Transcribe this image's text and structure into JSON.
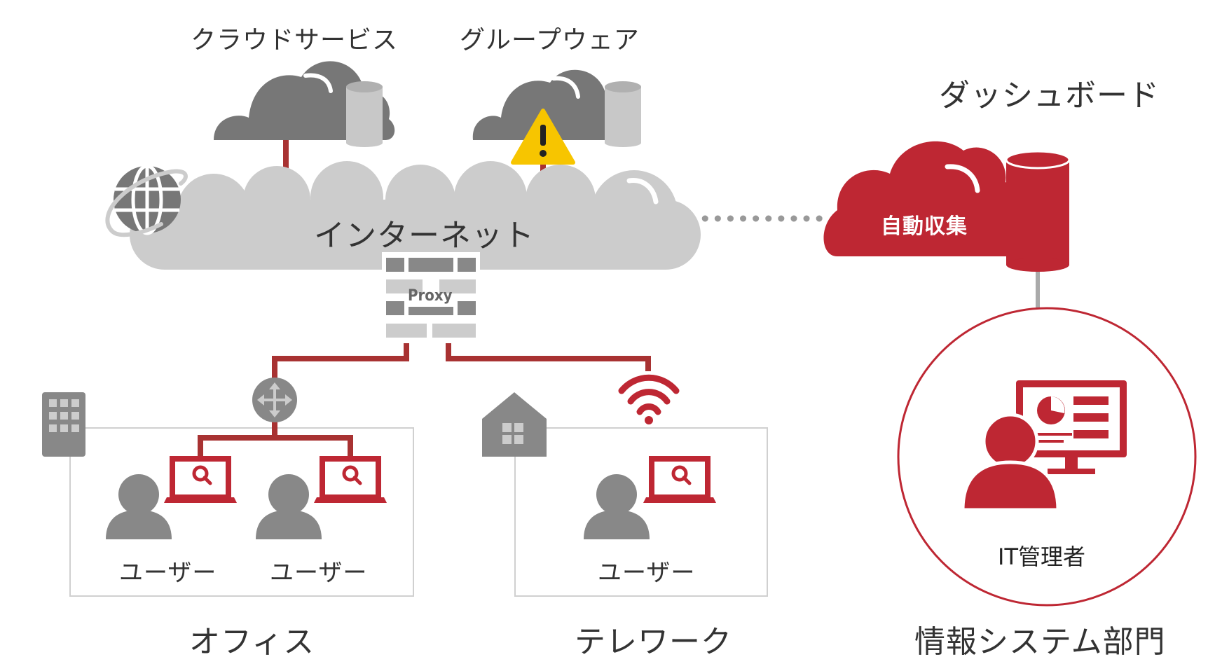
{
  "labels": {
    "cloud_services": "クラウドサービス",
    "groupware": "グループウェア",
    "dashboard": "ダッシュボード",
    "internet": "インターネット",
    "auto_collect": "自動収集",
    "proxy": "Proxy",
    "office": "オフィス",
    "telework": "テレワーク",
    "user_1": "ユーザー",
    "user_2": "ユーザー",
    "user_3": "ユーザー",
    "it_admin": "IT管理者",
    "it_department": "情報システム部門"
  },
  "icons": [
    "globe-icon",
    "warning-icon",
    "router-icon",
    "wifi-icon",
    "building-icon",
    "house-icon",
    "user-icon",
    "laptop-search-icon",
    "monitor-chart-icon",
    "database-icon",
    "firewall-icon"
  ],
  "colors": {
    "accent_red": "#be2733",
    "line_red": "#a83232",
    "cloud_gray": "#cccccc",
    "dark_gray": "#7a7a7a",
    "warning_yellow": "#f7c500"
  }
}
